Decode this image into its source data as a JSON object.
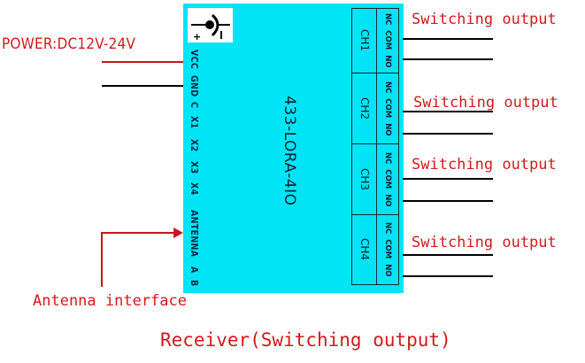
{
  "board": {
    "model": "433-LORA-4IO",
    "power_icon": "dc-power-jack-icon",
    "power_icon_plus": "+",
    "power_icon_minus": "-",
    "pins": [
      "VCC",
      "GND",
      "C",
      "X1",
      "X2",
      "X3",
      "X4",
      "ANTENNA",
      "A",
      "B"
    ],
    "channels": [
      {
        "name": "CH1",
        "terminals": "NC COM NO"
      },
      {
        "name": "CH2",
        "terminals": "NC COM NO"
      },
      {
        "name": "CH3",
        "terminals": "NC COM NO"
      },
      {
        "name": "CH4",
        "terminals": "NC COM NO"
      }
    ]
  },
  "labels": {
    "power": "POWER:DC12V-24V",
    "antenna": "Antenna interface",
    "switching_outputs": [
      "Switching output",
      "Switching output",
      "Switching output",
      "Switching output"
    ],
    "caption": "Receiver(Switching output)"
  },
  "colors": {
    "board": "#00e4f6",
    "annotation_red": "#d21a1d",
    "wire_black": "#000000"
  }
}
